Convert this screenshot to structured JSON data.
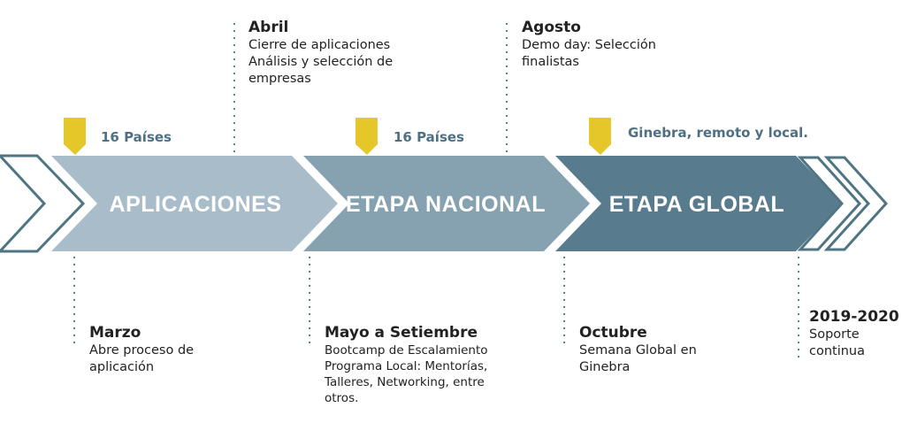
{
  "colors": {
    "stage1": "#a9bcc9",
    "stage2": "#86a2b1",
    "stage3": "#587b8d",
    "outline": "#4f7585",
    "marker": "#e6c72a",
    "tag_text": "#4f7083",
    "dots": "#5f8290"
  },
  "stages": [
    {
      "label": "APLICACIONES",
      "tag": "16 Países"
    },
    {
      "label": "ETAPA NACIONAL",
      "tag": "16 Países"
    },
    {
      "label": "ETAPA GLOBAL",
      "tag": "Ginebra, remoto y local."
    }
  ],
  "notes": {
    "abril": {
      "title": "Abril",
      "lines": [
        "Cierre de aplicaciones",
        "Análisis y selección de",
        "empresas"
      ]
    },
    "agosto": {
      "title": "Agosto",
      "lines": [
        "Demo day: Selección",
        "finalistas"
      ]
    },
    "marzo": {
      "title": "Marzo",
      "lines": [
        "Abre proceso de",
        "aplicación"
      ]
    },
    "mayo": {
      "title": "Mayo a Setiembre",
      "lines": [
        "Bootcamp de Escalamiento",
        "Programa Local: Mentorías,",
        "Talleres, Networking, entre",
        "otros."
      ]
    },
    "octubre": {
      "title": "Octubre",
      "lines": [
        "Semana Global en",
        "Ginebra"
      ]
    },
    "soporte": {
      "title": "2019-2020",
      "lines": [
        "Soporte",
        "continua"
      ]
    }
  }
}
